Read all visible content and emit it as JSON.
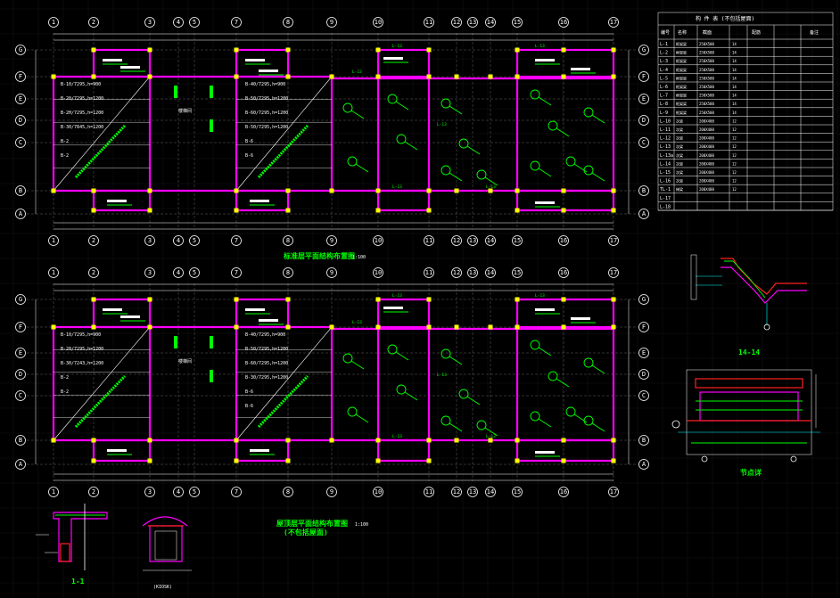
{
  "drawing": {
    "axis_labels_x": [
      "1",
      "2",
      "3",
      "4",
      "5",
      "7",
      "8",
      "9",
      "10",
      "11",
      "12",
      "13",
      "14",
      "15",
      "16",
      "17"
    ],
    "axis_labels_y": [
      "G",
      "F",
      "E",
      "D",
      "C",
      "B",
      "A"
    ],
    "plan1_title": "标准层平面结构布置图",
    "plan1_scale": "1:100",
    "plan2_title_line1": "屋顶层平面结构布置图",
    "plan2_title_line2": "(不包括屋面)",
    "plan2_scale": "1:100",
    "section_14": "14-14",
    "section_1": "1-1",
    "detail_label": "节点详",
    "stair_label": "楼梯间",
    "slab_labels_a": [
      "B-10/7295,h=900",
      "B-20/7295,h=1200",
      "B-2H/7295,h=1200",
      "B-30/7845,h=1200",
      "B-2",
      "B-2"
    ],
    "slab_labels_b": [
      "B-40/7295,h=900",
      "B-50/7295,h=1200",
      "B-60/7295,h=1200",
      "B-50/7295,h=1200",
      "B-6",
      "B-6"
    ],
    "slab_labels_c": [
      "B-10/7295,h=900",
      "B-20/7295,h=1200",
      "B-30/7243,h=1200",
      "B-2",
      "B-2"
    ],
    "slab_labels_d": [
      "B-40/7295,h=900",
      "B-50/7295,h=1200",
      "B-60/7295,h=1200",
      "B-30/7295,h=1200",
      "B-6",
      "B-6"
    ]
  },
  "table": {
    "title": "构 件 表 (不包括屋面)",
    "headers": [
      "编号",
      "名称",
      "截面",
      "配筋",
      "备注"
    ],
    "rows": [
      [
        "L-1",
        "框架梁",
        "250X500",
        "14",
        ""
      ],
      [
        "L-2",
        "框架梁",
        "250X500",
        "14",
        ""
      ],
      [
        "L-3",
        "框架梁",
        "250X500",
        "14",
        ""
      ],
      [
        "L-4",
        "框架梁",
        "250X500",
        "14",
        ""
      ],
      [
        "L-5",
        "框架梁",
        "250X500",
        "14",
        ""
      ],
      [
        "L-6",
        "框架梁",
        "250X500",
        "14",
        ""
      ],
      [
        "L-7",
        "框架梁",
        "250X500",
        "14",
        ""
      ],
      [
        "L-8",
        "框架梁",
        "250X500",
        "14",
        ""
      ],
      [
        "L-9",
        "框架梁",
        "250X500",
        "14",
        ""
      ],
      [
        "L-10",
        "次梁",
        "200X400",
        "12",
        ""
      ],
      [
        "L-11",
        "次梁",
        "200X400",
        "12",
        ""
      ],
      [
        "L-12",
        "次梁",
        "200X400",
        "12",
        ""
      ],
      [
        "L-13",
        "次梁",
        "200X400",
        "12",
        ""
      ],
      [
        "L-13a",
        "次梁",
        "200X400",
        "12",
        ""
      ],
      [
        "L-14",
        "次梁",
        "200X400",
        "12",
        ""
      ],
      [
        "L-15",
        "次梁",
        "200X400",
        "12",
        ""
      ],
      [
        "L-16",
        "次梁",
        "200X400",
        "12",
        ""
      ],
      [
        "TL-1",
        "梯梁",
        "200X400",
        "12",
        ""
      ],
      [
        "L-17",
        "",
        "",
        "",
        ""
      ],
      [
        "L-18",
        "",
        "",
        "",
        ""
      ]
    ]
  },
  "colors": {
    "beam": "#ff00ff",
    "column": "#ffff00",
    "rebar": "#00ff00",
    "axis": "#ffffff",
    "section": "#ff2020",
    "background": "#000000"
  }
}
